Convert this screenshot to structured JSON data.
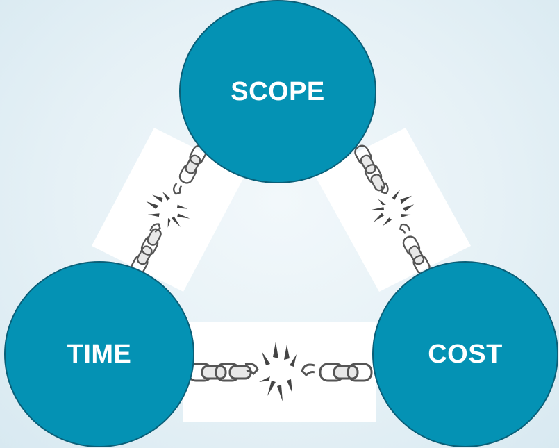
{
  "diagram": {
    "nodes": {
      "scope": {
        "label": "SCOPE"
      },
      "time": {
        "label": "TIME"
      },
      "cost": {
        "label": "COST"
      }
    },
    "links": [
      {
        "from": "scope",
        "to": "time",
        "icon": "broken-chain-icon"
      },
      {
        "from": "scope",
        "to": "cost",
        "icon": "broken-chain-icon"
      },
      {
        "from": "time",
        "to": "cost",
        "icon": "broken-chain-icon"
      }
    ],
    "colors": {
      "node_fill": "#0492b4",
      "node_border": "#0a5f78",
      "node_text": "#ffffff",
      "background": "#e6f1f6",
      "link_panel": "#ffffff"
    }
  }
}
